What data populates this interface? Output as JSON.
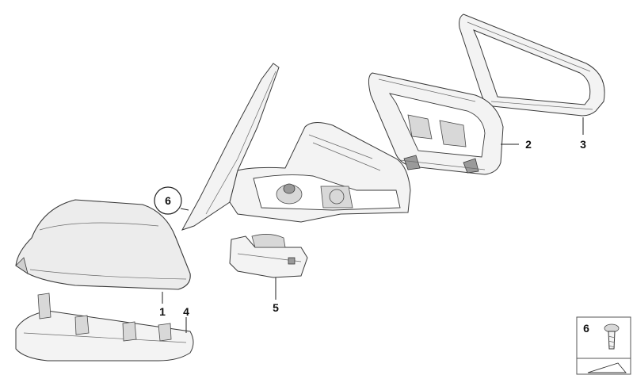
{
  "callouts": [
    {
      "id": "1",
      "label": "1"
    },
    {
      "id": "2",
      "label": "2"
    },
    {
      "id": "3",
      "label": "3"
    },
    {
      "id": "4",
      "label": "4"
    },
    {
      "id": "5",
      "label": "5"
    },
    {
      "id": "6",
      "label": "6"
    }
  ],
  "inset": {
    "label": "6"
  }
}
